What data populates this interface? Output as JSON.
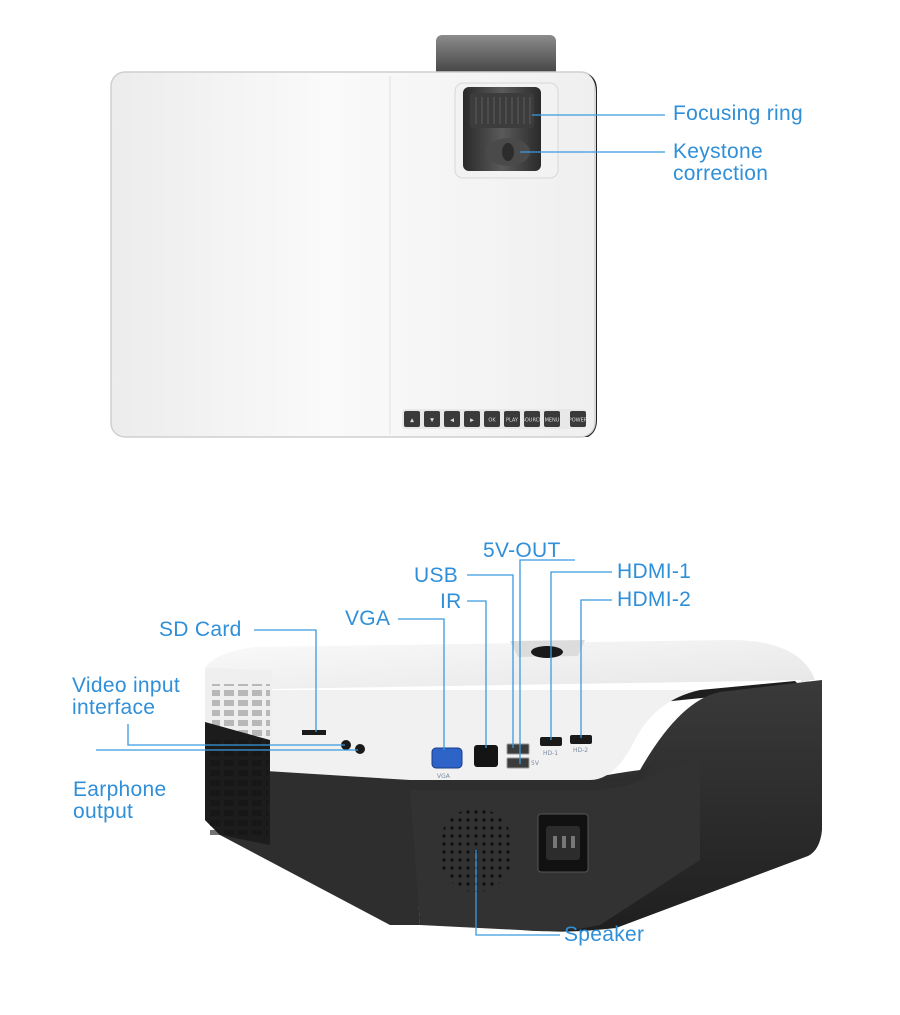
{
  "top_view": {
    "labels": {
      "focusing_ring": "Focusing ring",
      "keystone": "Keystone\ncorrection"
    },
    "buttons": [
      "▲",
      "▼",
      "◀",
      "▶",
      "OK",
      "PLAY",
      "SOURCE",
      "MENU",
      "POWER"
    ]
  },
  "rear_view": {
    "labels": {
      "five_v_out": "5V-OUT",
      "usb": "USB",
      "ir": "IR",
      "hdmi1": "HDMI-1",
      "hdmi2": "HDMI-2",
      "vga": "VGA",
      "sd_card": "SD Card",
      "video_input": "Video input\ninterface",
      "earphone": "Earphone\noutput",
      "speaker": "Speaker"
    },
    "port_printing": {
      "vga": "VGA",
      "hdmi1": "HD-1",
      "hdmi2": "HD-2",
      "five_v": "5V"
    }
  },
  "colors": {
    "label_blue": "#2f8fd8",
    "leader_line": "#3a9ae0",
    "body_white": "#f4f4f4",
    "body_black": "#2b2b2b"
  }
}
